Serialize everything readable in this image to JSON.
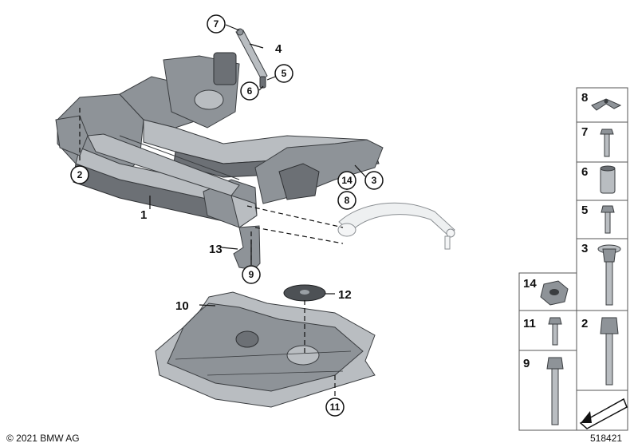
{
  "callouts": [
    {
      "id": "c1",
      "text": "1"
    },
    {
      "id": "c2",
      "text": "2"
    },
    {
      "id": "c3",
      "text": "3"
    },
    {
      "id": "c4",
      "text": "4"
    },
    {
      "id": "c5",
      "text": "5"
    },
    {
      "id": "c6",
      "text": "6"
    },
    {
      "id": "c7",
      "text": "7"
    },
    {
      "id": "c8",
      "text": "8"
    },
    {
      "id": "c9",
      "text": "9"
    },
    {
      "id": "c10",
      "text": "10"
    },
    {
      "id": "c11",
      "text": "11"
    },
    {
      "id": "c12",
      "text": "12"
    },
    {
      "id": "c13",
      "text": "13"
    },
    {
      "id": "c14",
      "text": "14"
    }
  ],
  "side_panel": [
    "8",
    "7",
    "6",
    "5",
    "3",
    "14",
    "11",
    "2",
    "9"
  ],
  "footer": {
    "copyright": "© 2021 BMW AG",
    "diagram_number": "518421"
  }
}
